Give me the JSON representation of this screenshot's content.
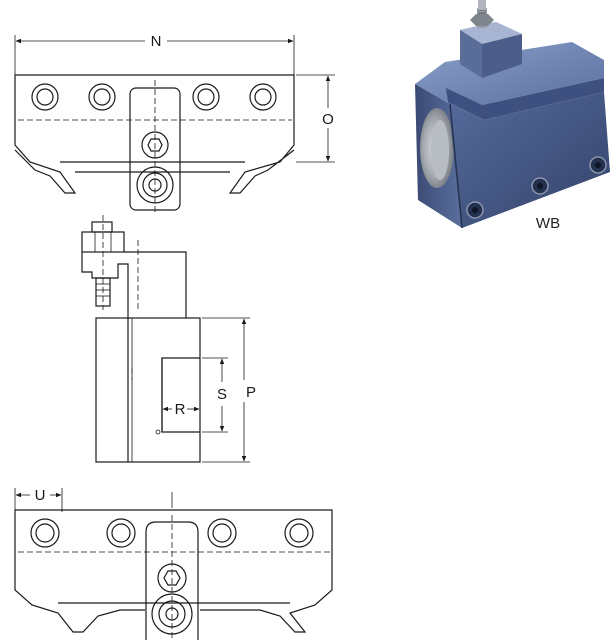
{
  "dimensions": {
    "N": "N",
    "O": "O",
    "P": "P",
    "R": "R",
    "S": "S",
    "U": "U"
  },
  "photo": {
    "caption": "WB",
    "colors": {
      "body_light": "#6f86b4",
      "body_mid": "#4a5f8f",
      "body_dark": "#2c3a5e",
      "steel": "#9aa0a8"
    }
  }
}
